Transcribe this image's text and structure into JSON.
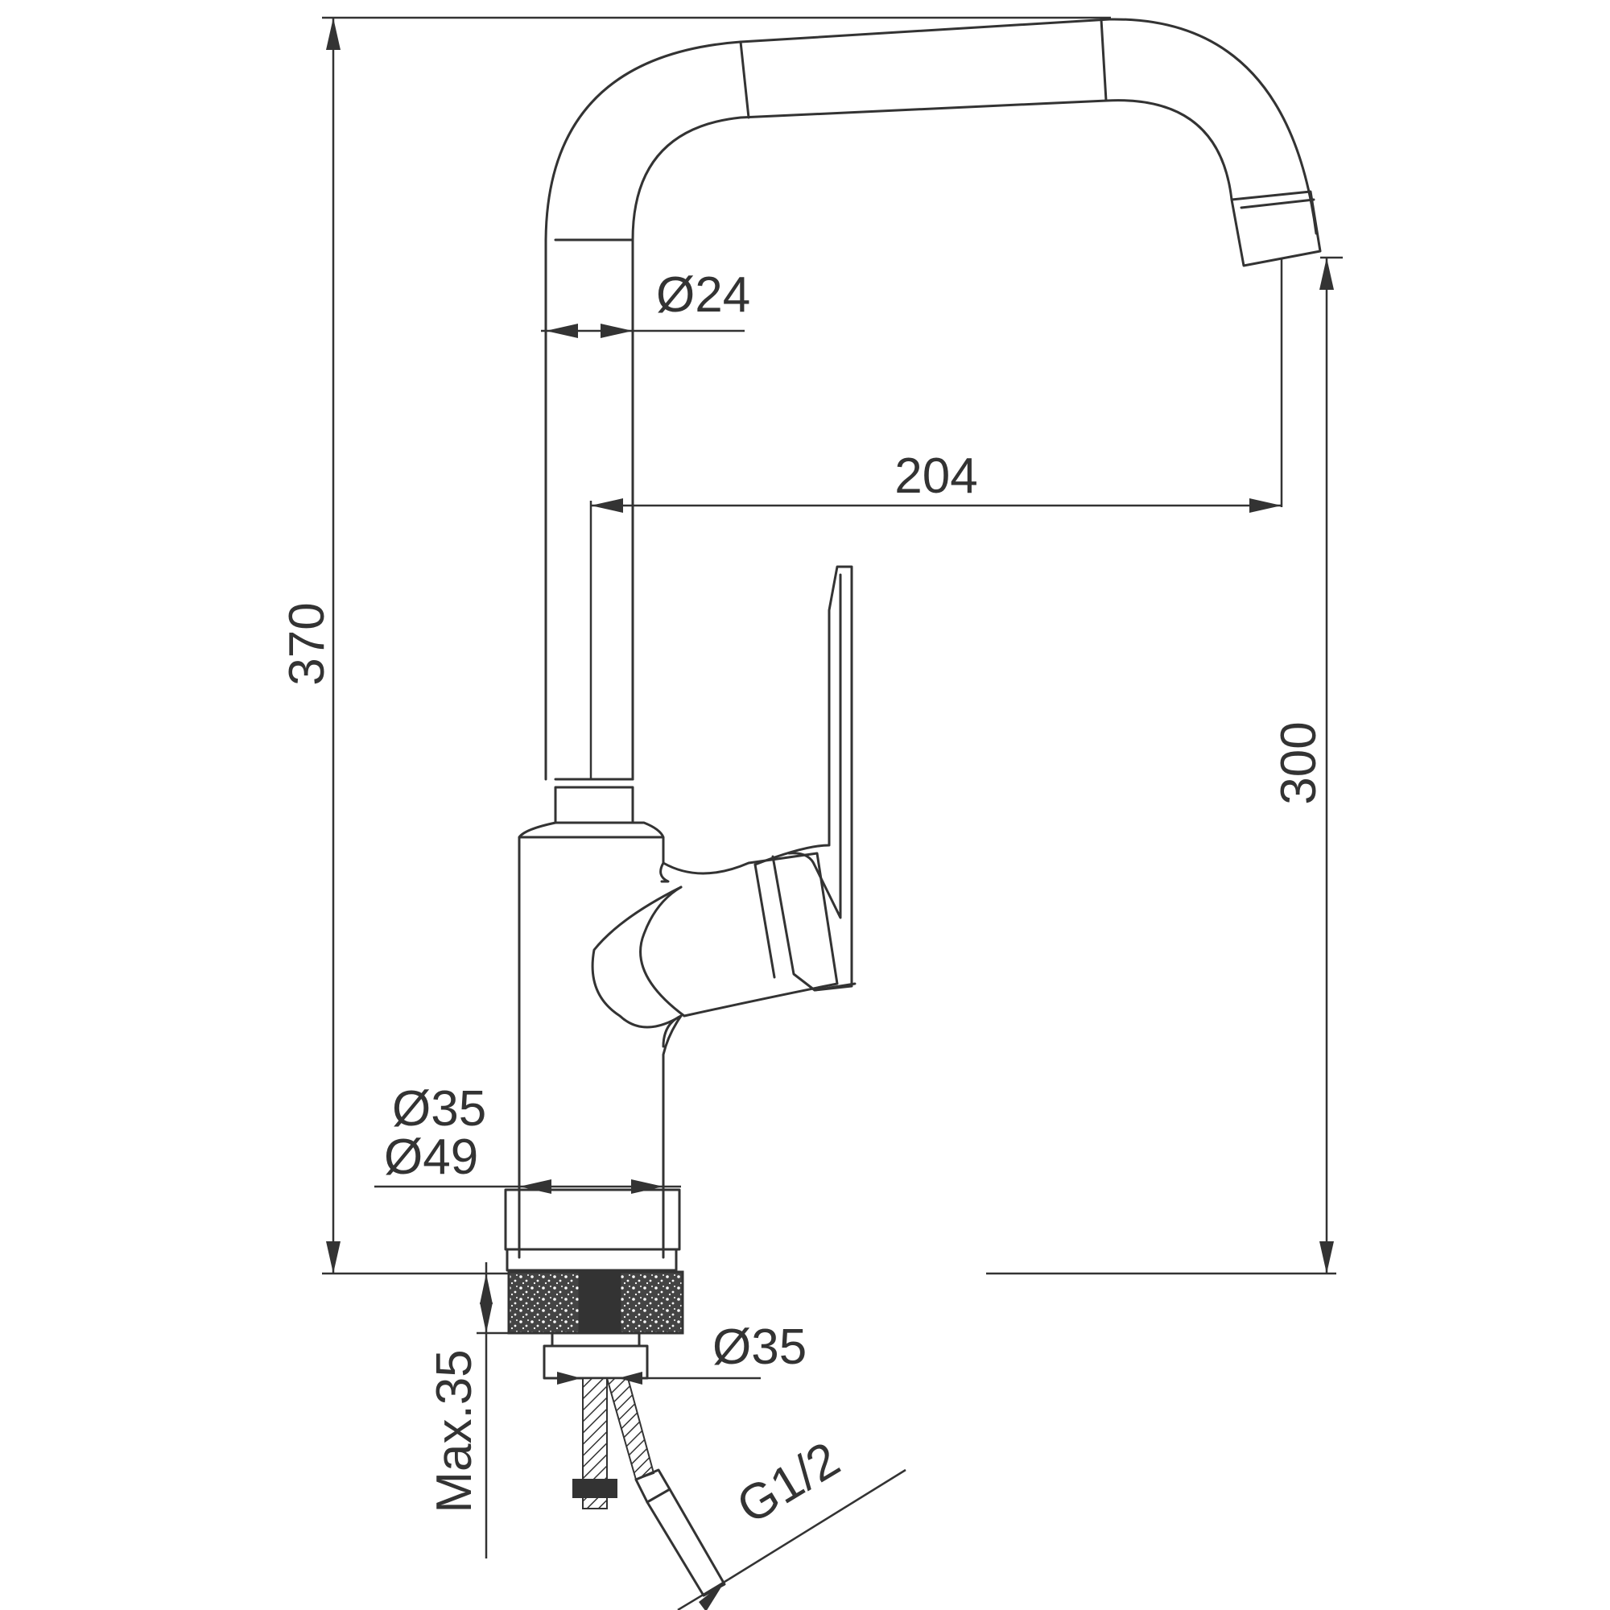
{
  "dimensions": {
    "total_height": "370",
    "spout_height": "300",
    "reach": "204",
    "spout_diameter": "Ø24",
    "base_diameter_inner": "Ø35",
    "base_diameter_outer": "Ø49",
    "mounting_hole": "Ø35",
    "max_counter_thickness": "Max.35",
    "thread": "G1/2"
  },
  "colors": {
    "line": "#333333",
    "background": "#ffffff"
  }
}
